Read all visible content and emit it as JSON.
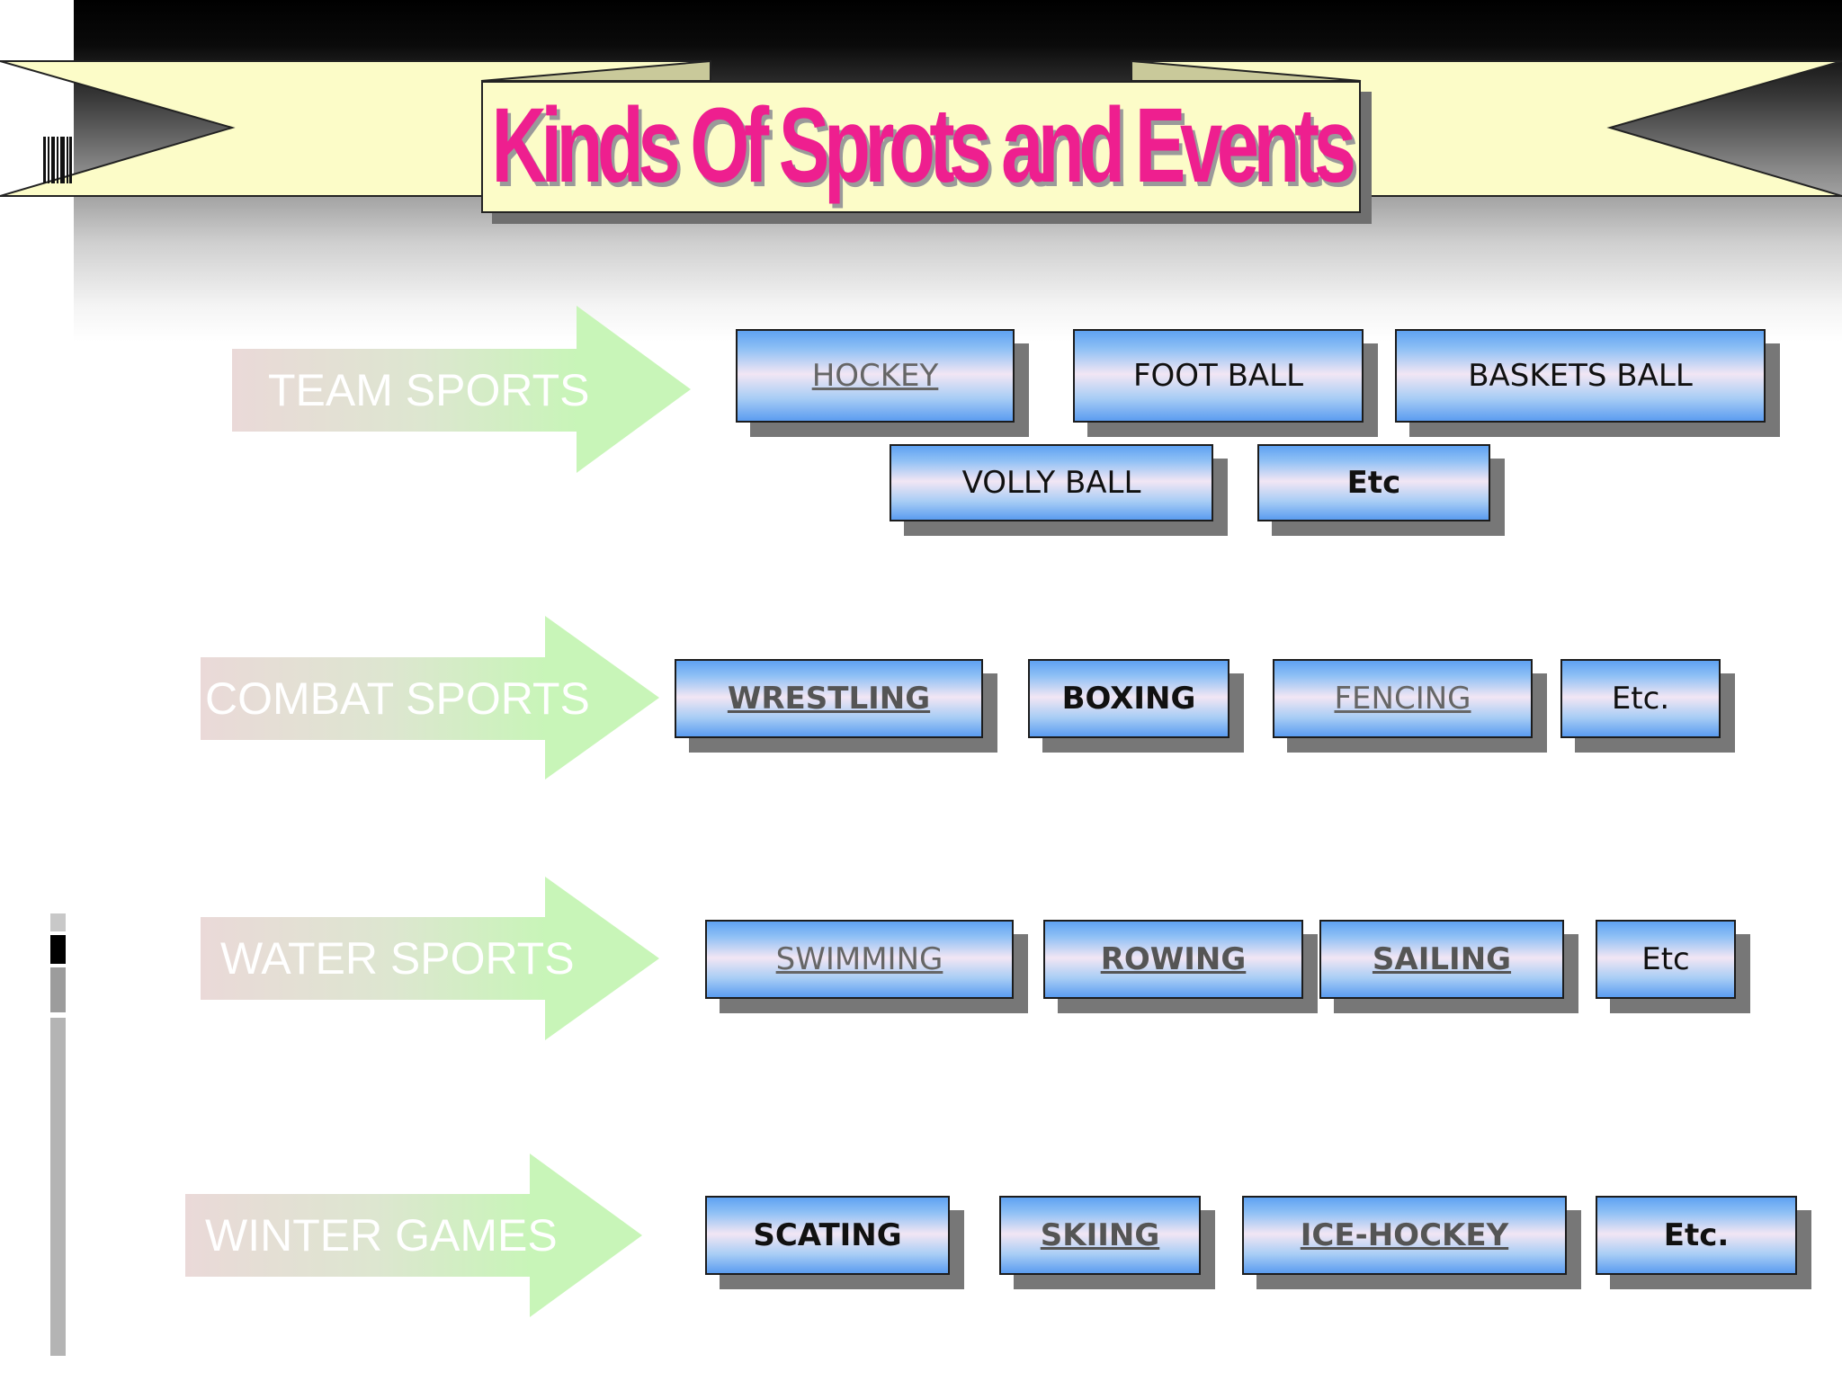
{
  "title": "Kinds Of Sprots and Events",
  "colors": {
    "title": "#ee1f8f",
    "banner": "#fcfcc8",
    "box_top": "#5fa2f2",
    "box_mid": "#f2e6f4",
    "arrow_end": "#c8f5b8"
  },
  "categories": [
    {
      "label": "TEAM SPORTS",
      "items": [
        {
          "label": "HOCKEY",
          "style": "link"
        },
        {
          "label": "FOOT BALL",
          "style": "plain"
        },
        {
          "label": "BASKETS BALL",
          "style": "plain"
        },
        {
          "label": "VOLLY BALL",
          "style": "plain"
        },
        {
          "label": "Etc",
          "style": "bold"
        }
      ]
    },
    {
      "label": "COMBAT SPORTS",
      "items": [
        {
          "label": "WRESTLING",
          "style": "link-bold"
        },
        {
          "label": "BOXING",
          "style": "bold"
        },
        {
          "label": "FENCING",
          "style": "link"
        },
        {
          "label": "Etc.",
          "style": "plain"
        }
      ]
    },
    {
      "label": "WATER SPORTS",
      "items": [
        {
          "label": "SWIMMING",
          "style": "link"
        },
        {
          "label": "ROWING",
          "style": "link-bold"
        },
        {
          "label": "SAILING",
          "style": "link-bold"
        },
        {
          "label": "Etc",
          "style": "plain"
        }
      ]
    },
    {
      "label": "WINTER GAMES",
      "items": [
        {
          "label": "SCATING",
          "style": "bold"
        },
        {
          "label": "SKIING",
          "style": "link-bold"
        },
        {
          "label": "ICE-HOCKEY",
          "style": "link-bold"
        },
        {
          "label": "Etc.",
          "style": "bold"
        }
      ]
    }
  ]
}
